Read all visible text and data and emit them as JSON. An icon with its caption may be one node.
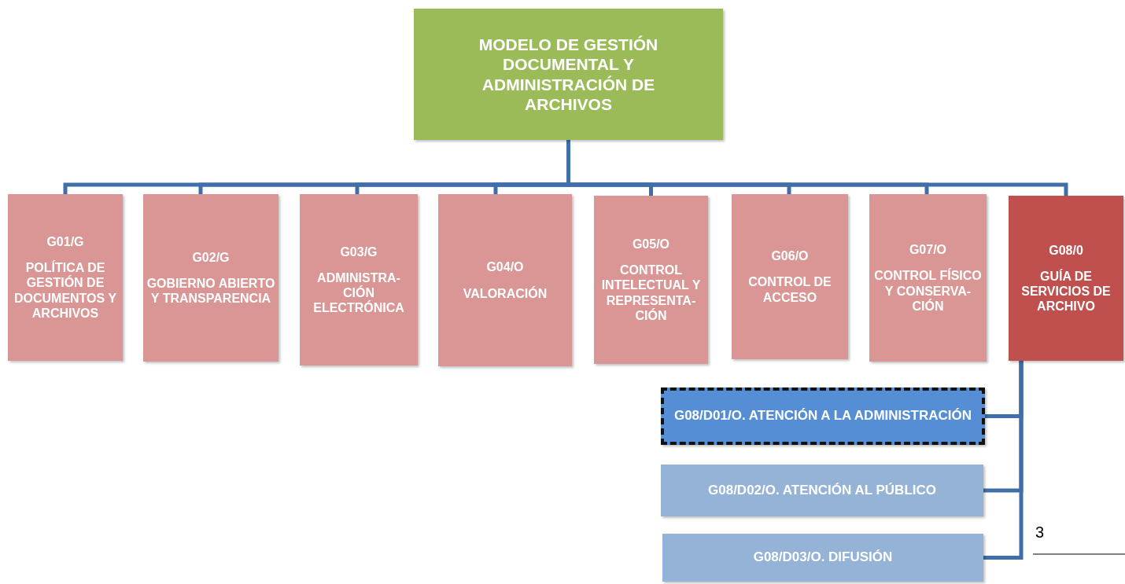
{
  "diagram": {
    "nodes": [
      {
        "text": [
          "MODELO DE GESTIÓN DOCUMENTAL Y ADMINISTRACIÓN DE ARCHIVOS"
        ]
      },
      {
        "text": [
          "G01/G",
          "POLÍTICA DE GESTIÓN DE DOCUMENTOS Y ARCHIVOS"
        ]
      },
      {
        "text": [
          "G02/G",
          "GOBIERNO ABIERTO Y TRANSPARENCIA"
        ]
      },
      {
        "text": [
          "G03/G",
          "ADMINISTRA- CIÓN ELECTRÓNICA"
        ]
      },
      {
        "text": [
          "G04/O",
          "VALORACIÓN"
        ]
      },
      {
        "text": [
          "G05/O",
          "CONTROL INTELECTUAL Y REPRESENTA- CIÓN"
        ]
      },
      {
        "text": [
          "G06/O",
          "CONTROL DE ACCESO"
        ]
      },
      {
        "text": [
          "G07/O",
          "CONTROL FÍSICO Y CONSERVA- CIÓN"
        ]
      },
      {
        "text": [
          "G08/0",
          "GUÍA DE SERVICIOS DE ARCHIVO"
        ]
      },
      {
        "text": [
          "G08/D01/O. ATENCIÓN A LA ADMINISTRACIÓN"
        ]
      },
      {
        "text": [
          "G08/D02/O. ATENCIÓN AL PÚBLICO"
        ]
      },
      {
        "text": [
          "G08/D03/O. DIFUSIÓN"
        ]
      }
    ],
    "edges": [
      {
        "from": 0,
        "to": 1,
        "arrow": "none"
      },
      {
        "from": 0,
        "to": 2,
        "arrow": "none"
      },
      {
        "from": 0,
        "to": 3,
        "arrow": "none"
      },
      {
        "from": 0,
        "to": 4,
        "arrow": "none"
      },
      {
        "from": 0,
        "to": 5,
        "arrow": "none"
      },
      {
        "from": 0,
        "to": 6,
        "arrow": "none"
      },
      {
        "from": 0,
        "to": 7,
        "arrow": "none"
      },
      {
        "from": 0,
        "to": 8,
        "arrow": "none"
      },
      {
        "from": 8,
        "to": 9,
        "arrow": "none"
      },
      {
        "from": 8,
        "to": 10,
        "arrow": "none"
      },
      {
        "from": 8,
        "to": 11,
        "arrow": "none"
      }
    ],
    "labels": [
      "3"
    ]
  }
}
